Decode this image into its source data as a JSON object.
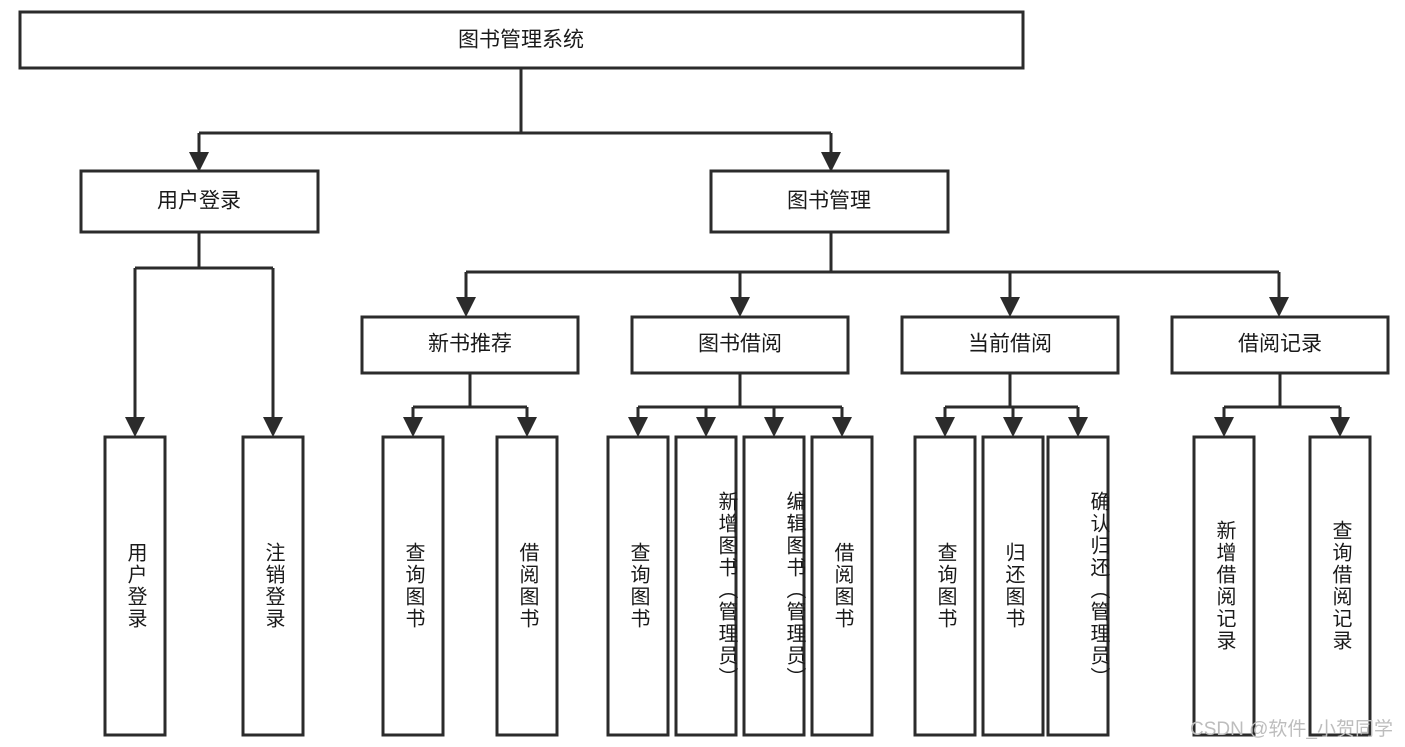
{
  "diagram": {
    "type": "tree-hierarchy",
    "title": "图书管理系统",
    "watermark": "CSDN @软件_小贺同学",
    "colors": {
      "box_stroke": "#2b2b2b",
      "box_fill": "#ffffff",
      "text": "#1a1a1a",
      "watermark": "#bdbdbd",
      "background": "#ffffff"
    },
    "levels": {
      "root": {
        "label": "图书管理系统"
      },
      "level2": [
        {
          "label": "用户登录"
        },
        {
          "label": "图书管理"
        }
      ],
      "level3": [
        {
          "label": "新书推荐"
        },
        {
          "label": "图书借阅"
        },
        {
          "label": "当前借阅"
        },
        {
          "label": "借阅记录"
        }
      ],
      "leaves": {
        "user_login": [
          {
            "label": "用户登录"
          },
          {
            "label": "注销登录"
          }
        ],
        "new_book_recommend": [
          {
            "label": "查询图书"
          },
          {
            "label": "借阅图书"
          }
        ],
        "book_borrow": [
          {
            "label": "查询图书"
          },
          {
            "label": "新增图书（管理员）"
          },
          {
            "label": "编辑图书（管理员）"
          },
          {
            "label": "借阅图书"
          }
        ],
        "current_borrow": [
          {
            "label": "查询图书"
          },
          {
            "label": "归还图书"
          },
          {
            "label": "确认归还（管理员）"
          }
        ],
        "borrow_record": [
          {
            "label": "新增借阅记录"
          },
          {
            "label": "查询借阅记录"
          }
        ]
      }
    }
  }
}
